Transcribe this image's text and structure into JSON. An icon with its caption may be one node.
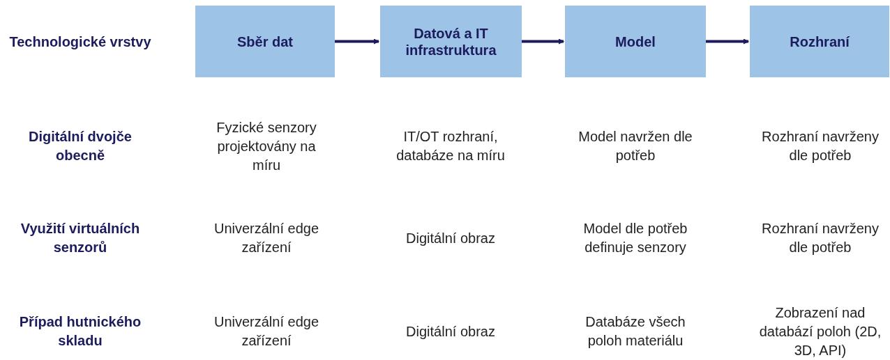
{
  "diagram": {
    "nodes": [
      {
        "text": [
          "Sběr dat"
        ]
      },
      {
        "text": [
          "Datová a IT infrastruktura"
        ]
      },
      {
        "text": [
          "Model"
        ]
      },
      {
        "text": [
          "Rozhraní"
        ]
      }
    ],
    "edges": [
      {
        "from": 0,
        "to": 1,
        "arrow": "to"
      },
      {
        "from": 1,
        "to": 2,
        "arrow": "to"
      },
      {
        "from": 2,
        "to": 3,
        "arrow": "to"
      }
    ],
    "labels": [
      "Technologické vrstvy",
      "Digitální dvojče obecně",
      "Fyzické senzory projektovány na míru",
      "IT/OT rozhraní, databáze na míru",
      "Model navržen dle potřeb",
      "Rozhraní navrženy dle potřeb",
      "Využití virtuálních senzorů",
      "Univerzální edge zařízení",
      "Digitální obraz",
      "Model dle potřeb definuje senzory",
      "Rozhraní navrženy dle potřeb",
      "Případ hutnického skladu",
      "Univerzální edge zařízení",
      "Digitální obraz",
      "Databáze všech poloh materiálu",
      "Zobrazení nad databází poloh (2D, 3D, API)"
    ]
  }
}
